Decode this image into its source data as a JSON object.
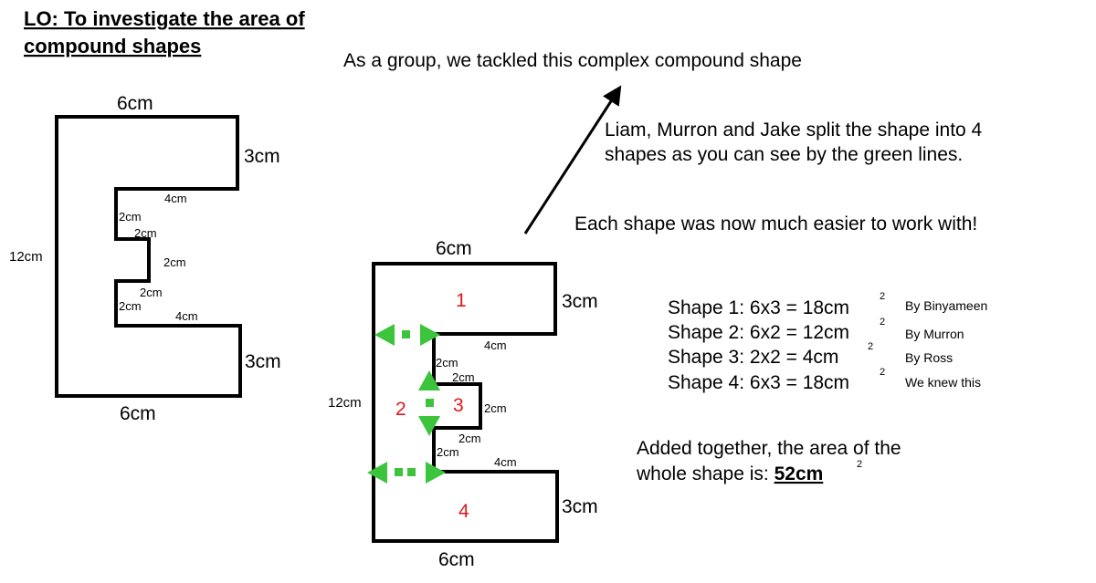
{
  "title_line1": "LO: To investigate the area of",
  "title_line2": "compound shapes",
  "intro": "As a group, we tackled this complex compound shape",
  "split_line1": "Liam, Murron and Jake  split the shape into 4",
  "split_line2": "shapes as you can see by the green lines.",
  "easier": "Each shape was now much easier to work with!",
  "shape_left": {
    "top": "6cm",
    "right_top": "3cm",
    "notch_top": "4cm",
    "inner1": "2cm",
    "inner2": "2cm",
    "middle": "2cm",
    "inner3": "2cm",
    "inner4": "2cm",
    "notch_bottom": "4cm",
    "right_bottom": "3cm",
    "bottom": "6cm",
    "left": "12cm"
  },
  "shape_right": {
    "top": "6cm",
    "right_top": "3cm",
    "notch_top": "4cm",
    "inner1": "2cm",
    "inner2": "2cm",
    "middle": "2cm",
    "inner3": "2cm",
    "inner4": "2cm",
    "notch_bottom": "4cm",
    "right_bottom": "3cm",
    "bottom": "6cm",
    "left": "12cm",
    "region_labels": [
      "1",
      "2",
      "3",
      "4"
    ]
  },
  "equations": [
    {
      "text": "Shape 1: 6x3 = 18cm",
      "exp": "2",
      "credit": "By Binyameen"
    },
    {
      "text": "Shape 2: 6x2 = 12cm",
      "exp": "2",
      "credit": "By Murron"
    },
    {
      "text": "Shape 3: 2x2 = 4cm",
      "exp": "2",
      "credit": "By Ross"
    },
    {
      "text": "Shape 4: 6x3 = 18cm",
      "exp": "2",
      "credit": "We knew this"
    }
  ],
  "total_line1": "Added together, the area of the",
  "total_line2": "whole shape is: ",
  "total_value": "52cm",
  "total_exp": "2",
  "colors": {
    "outline": "#000000",
    "split_arrows": "#3cc43c",
    "region_numbers": "#e0191a"
  }
}
